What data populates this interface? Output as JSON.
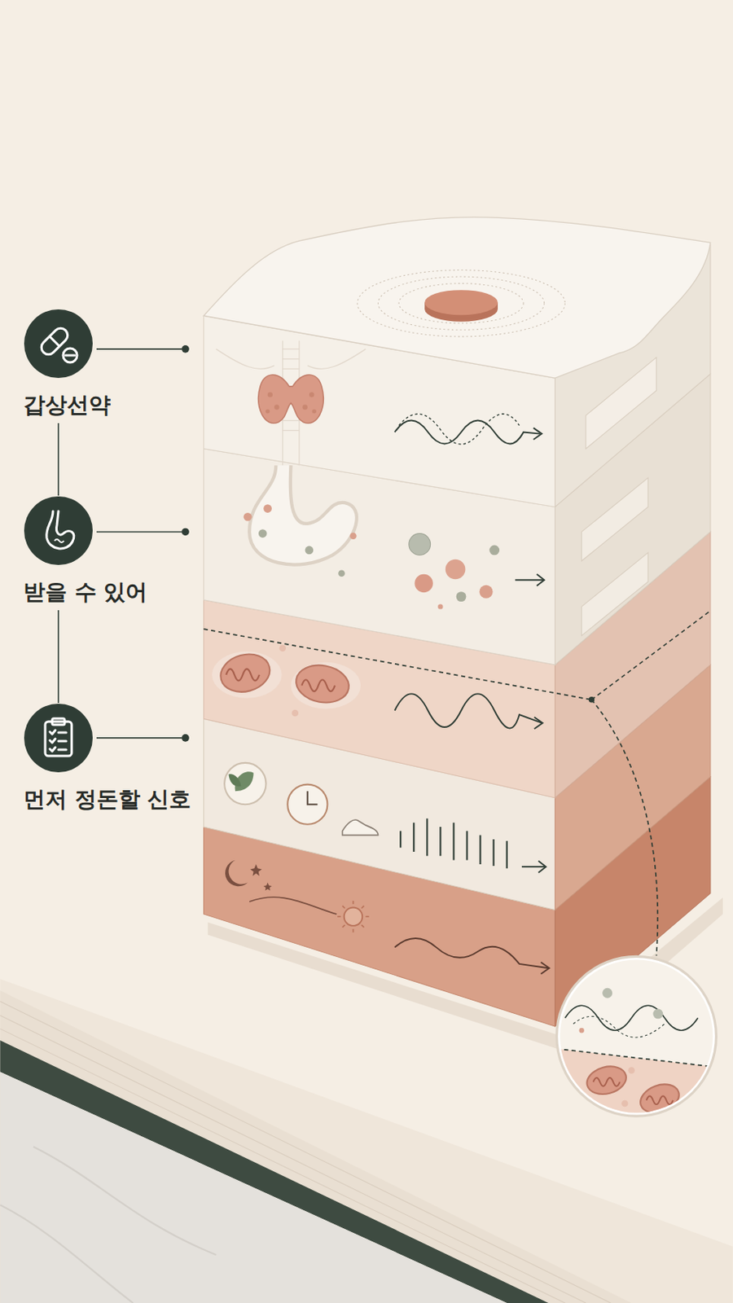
{
  "diagram": {
    "nodes": [
      {
        "text": [
          "갑상선약"
        ]
      },
      {
        "text": [
          "받을 수 있어"
        ]
      },
      {
        "text": [
          "먼저 정돈할 신호"
        ]
      }
    ],
    "edges": [
      {
        "from": 0,
        "to": 1,
        "arrow": "none"
      },
      {
        "from": 1,
        "to": 2,
        "arrow": "none"
      }
    ]
  }
}
